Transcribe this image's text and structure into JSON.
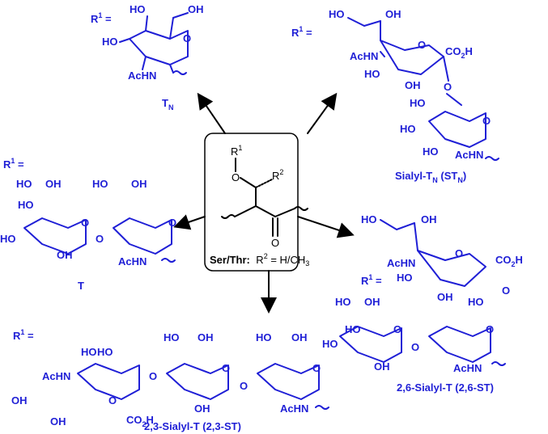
{
  "r1_label": "R",
  "r1_sup": "1",
  "r1_eq": " =",
  "center": {
    "o_label": "O",
    "r2_label": "R",
    "r2_sup": "2",
    "carbonyl_o": "O",
    "caption_bold": "Ser/Thr:",
    "caption_r": "R",
    "caption_sup": "2",
    "caption_rest": " = H/CH",
    "caption_sub": "3"
  },
  "atoms": {
    "ho": "HO",
    "oh": "OH",
    "o": "O",
    "acnh": "AcHN",
    "achn": "AcHN",
    "co2h": "CO",
    "co2h_sub": "2",
    "co2h_h": "H"
  },
  "captions": {
    "tn_main": "T",
    "tn_sub": "N",
    "stn_main": "Sialyl-T",
    "stn_sub": "N",
    "stn_paren_open": " (ST",
    "stn_paren_sub": "N",
    "stn_paren_close": ")",
    "t": "T",
    "st26": "2,6-Sialyl-T (2,6-ST)",
    "st23": "2,3-Sialyl-T (2,3-ST)"
  },
  "colors": {
    "structure": "#1f1fd6",
    "core": "#000000",
    "box_border": "#000000"
  }
}
